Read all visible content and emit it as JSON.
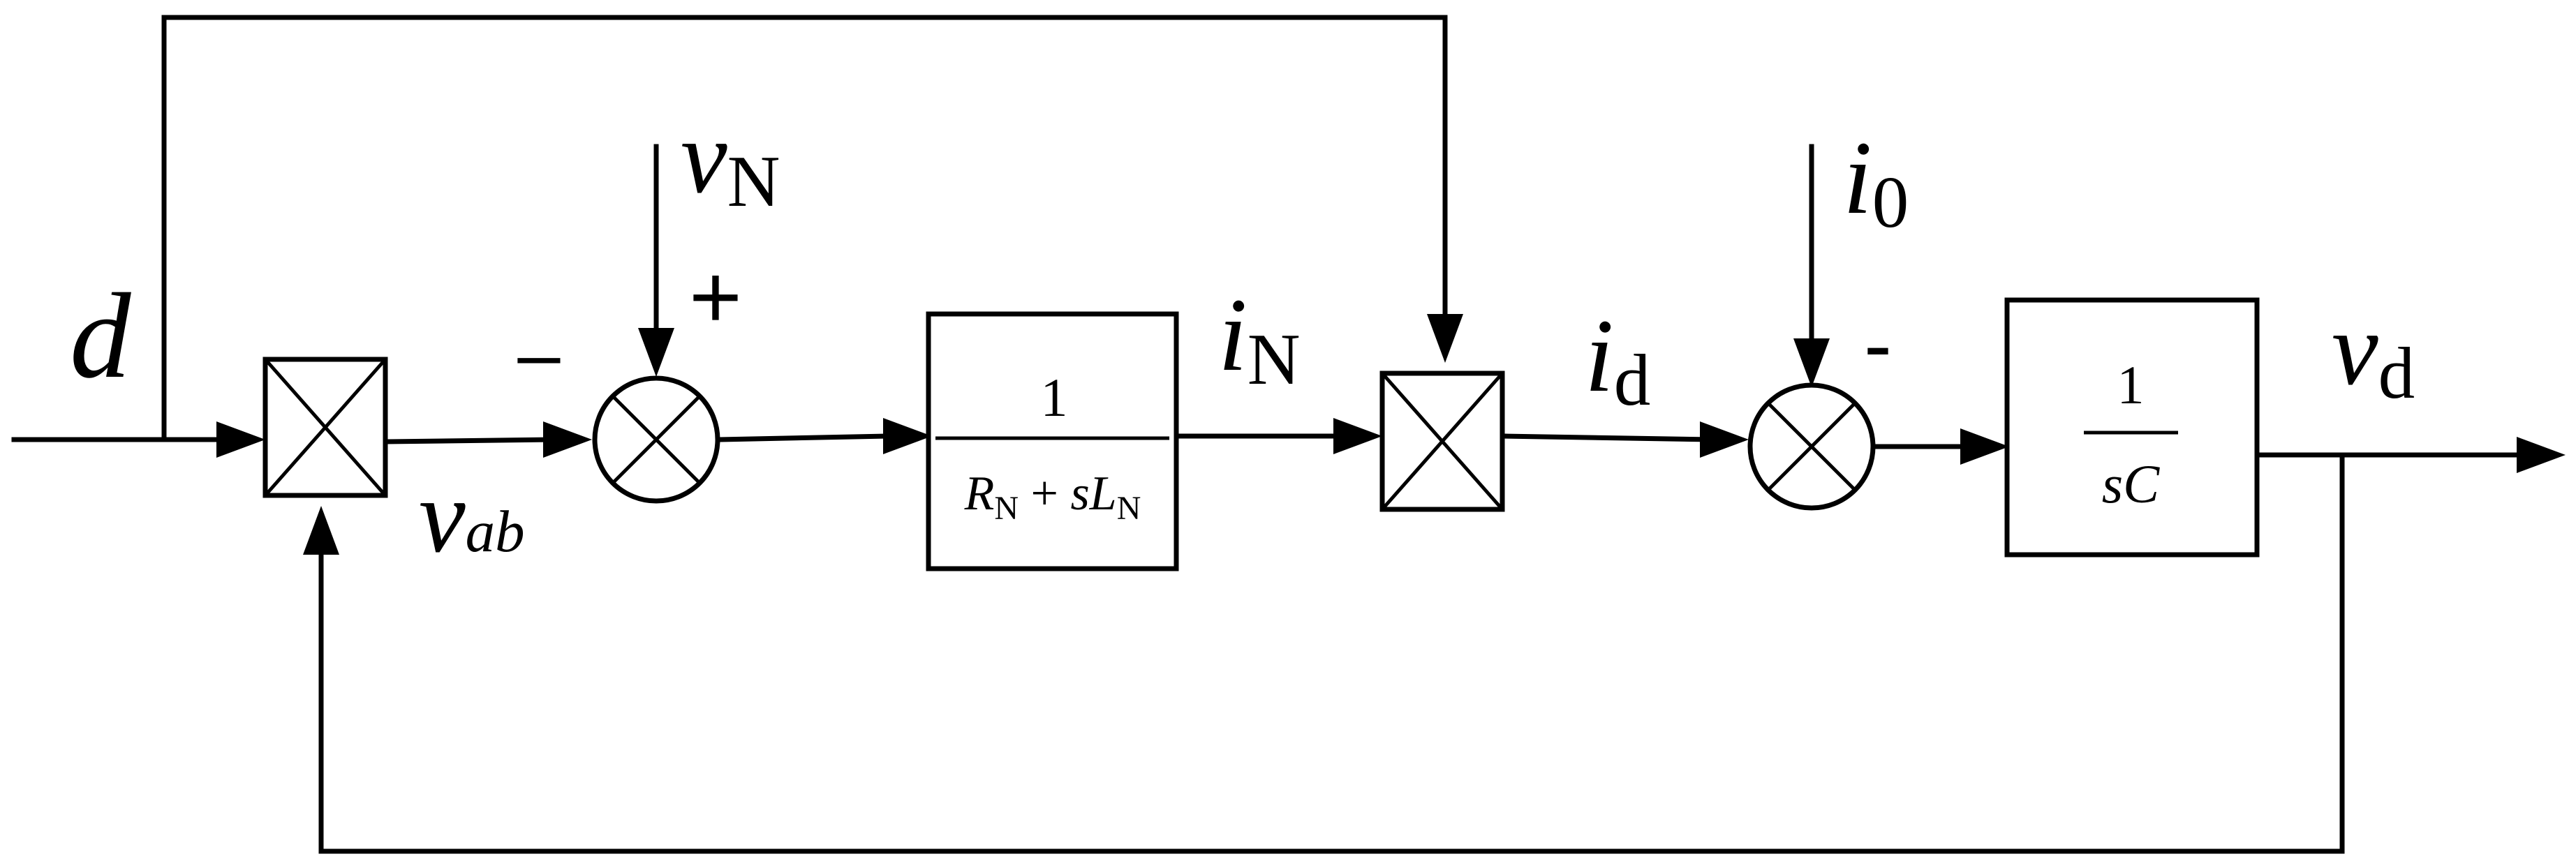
{
  "labels": {
    "d": "d",
    "v_main": "v",
    "v_ab_sub": "ab",
    "v_N_main": "v",
    "v_N_sub": "N",
    "i_N_main": "i",
    "i_N_sub": "N",
    "i_d_main": "i",
    "i_d_sub": "d",
    "i_0_main": "i",
    "i_0_sub": "0",
    "v_d_main": "v",
    "v_d_sub": "d"
  },
  "signs": {
    "sum1_minus": "–",
    "sum1_plus": "+",
    "sum2_minus": "-"
  },
  "blocks": {
    "plant1": {
      "numerator": "1",
      "den_R": "R",
      "den_R_sub": "N",
      "den_plus": " + ",
      "den_s": "s",
      "den_L": "L",
      "den_L_sub": "N"
    },
    "plant2": {
      "numerator": "1",
      "denominator": "sC"
    }
  }
}
